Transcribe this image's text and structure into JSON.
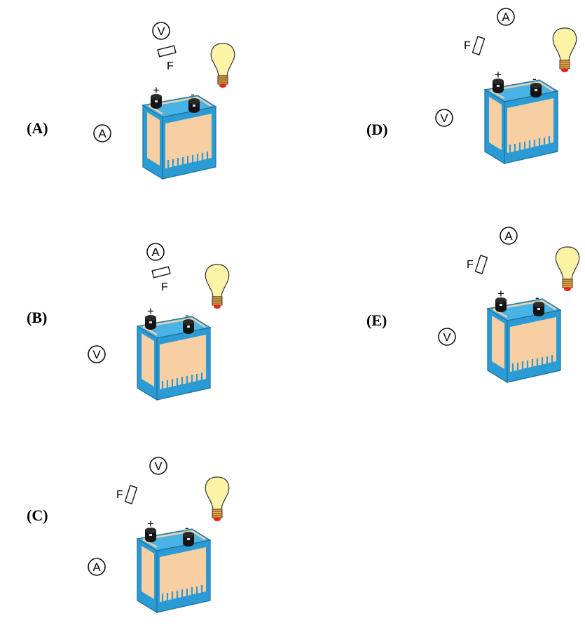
{
  "colors": {
    "battery_body": "#2a9bd4",
    "battery_top": "#4ab3e6",
    "battery_label": "#f7cfa3",
    "bulb_glass": "#fdf3a6",
    "bulb_base": "#f2a63a",
    "bulb_tip": "#e0261b",
    "terminal": "#141414",
    "wire": "#111111"
  },
  "options": [
    {
      "label": "(A)",
      "top_meter": "V",
      "side_meter": "A",
      "fuse_label": "F",
      "fuse_arrangement": "parallel-with-top-meter",
      "plus": "+",
      "minus": "-"
    },
    {
      "label": "(B)",
      "top_meter": "A",
      "side_meter": "V",
      "fuse_label": "F",
      "fuse_arrangement": "parallel-with-top-meter",
      "plus": "+",
      "minus": "-"
    },
    {
      "label": "(C)",
      "top_meter": "V",
      "side_meter": "A",
      "fuse_label": "F",
      "fuse_arrangement": "series-with-top-meter",
      "plus": "+",
      "minus": "-"
    },
    {
      "label": "(D)",
      "top_meter": "A",
      "side_meter": "V",
      "fuse_label": "F",
      "fuse_arrangement": "series-with-top-meter",
      "plus": "+",
      "minus": "-"
    },
    {
      "label": "(E)",
      "top_meter": "A",
      "side_meter": "V",
      "fuse_label": "F",
      "fuse_arrangement": "series-with-top-meter",
      "plus": "+",
      "minus": "-"
    }
  ]
}
